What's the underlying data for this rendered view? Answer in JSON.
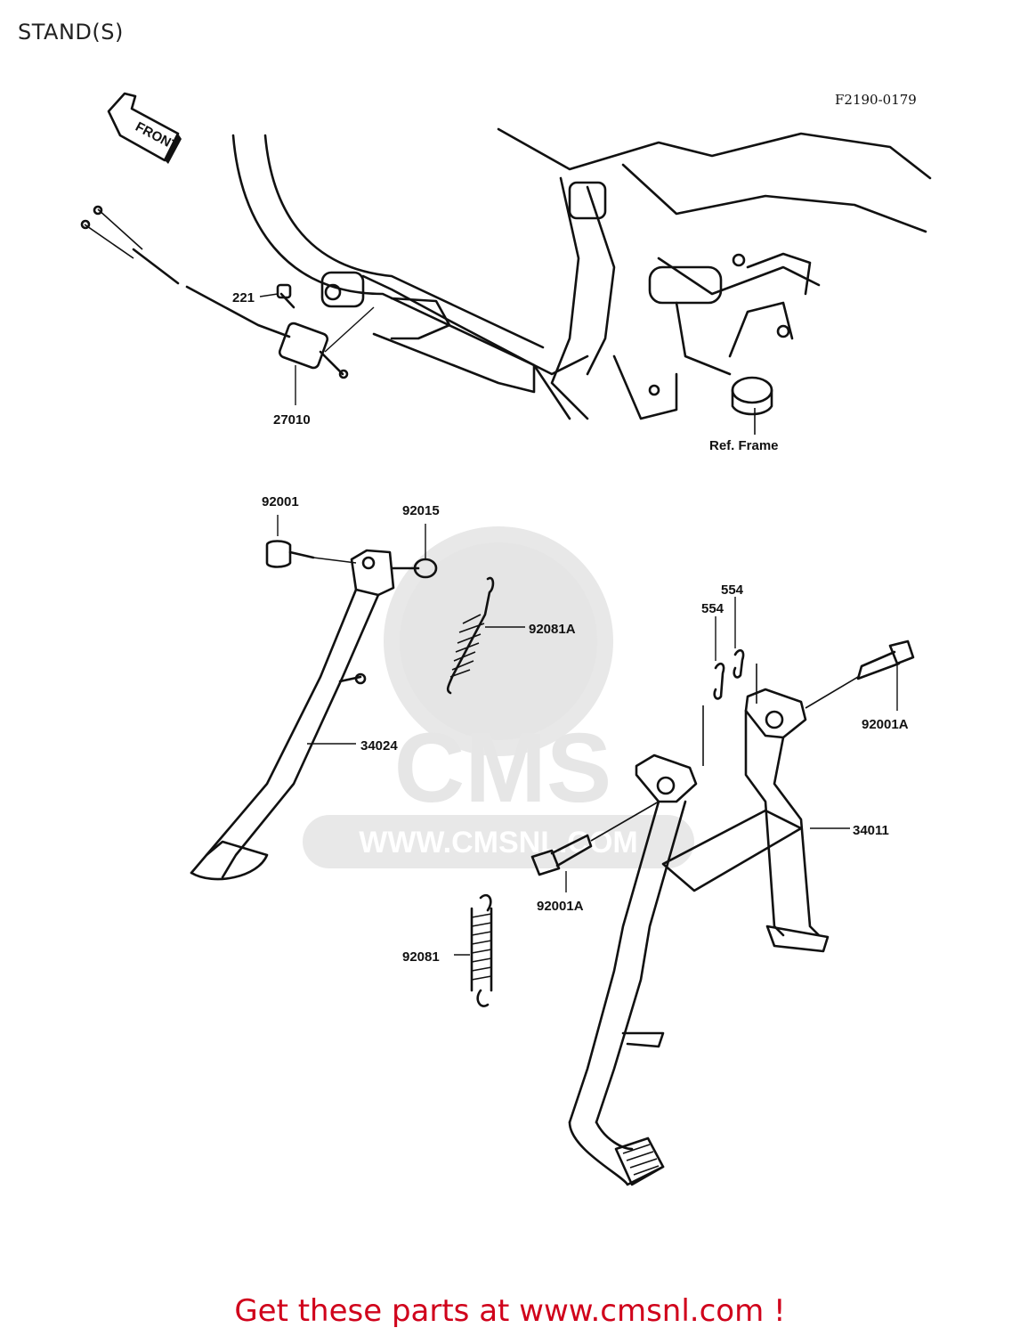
{
  "header": {
    "title": "STAND(S)",
    "diagram_code": "F2190-0179"
  },
  "diagram": {
    "front_arrow": "FRONT",
    "ref_frame": "Ref. Frame",
    "labels": {
      "p221": "221",
      "p27010": "27010",
      "p92001": "92001",
      "p92015": "92015",
      "p92081A": "92081A",
      "p34024": "34024",
      "p554_a": "554",
      "p554_b": "554",
      "p92001A_right": "92001A",
      "p34011": "34011",
      "p92001A_lower": "92001A",
      "p92081": "92081"
    }
  },
  "watermark": {
    "text": "CMS",
    "url": "WWW.CMSNL.COM"
  },
  "footer": {
    "cta": "Get these parts at www.cmsnl.com !",
    "color": "#d0021b"
  }
}
